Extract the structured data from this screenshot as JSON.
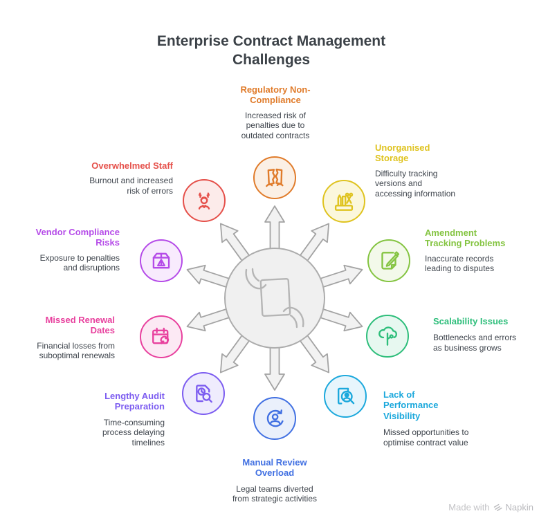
{
  "title": "Enterprise Contract Management Challenges",
  "center": {
    "icon": "contract-in-hands-icon",
    "circle_fill": "#f0f0f0",
    "circle_stroke": "#acacac",
    "arrow_fill": "#f2f2f2",
    "arrow_stroke": "#a3a3a3",
    "icon_stroke": "#b5b5b5"
  },
  "items": [
    {
      "id": "regulatory-non-compliance",
      "title": "Regulatory Non-Compliance",
      "desc": "Increased risk of penalties due to outdated contracts",
      "color": "#e07b2a",
      "fill": "#fbf0e5",
      "icon": "torn-contract-icon"
    },
    {
      "id": "unorganised-storage",
      "title": "Unorganised Storage",
      "desc": "Difficulty tracking versions and accessing information",
      "color": "#dfc31f",
      "fill": "#fbf7dc",
      "icon": "desk-organizer-icon"
    },
    {
      "id": "amendment-tracking-problems",
      "title": "Amendment Tracking Problems",
      "desc": "Inaccurate records leading to disputes",
      "color": "#84c441",
      "fill": "#f3f9ea",
      "icon": "edit-document-icon"
    },
    {
      "id": "scalability-issues",
      "title": "Scalability Issues",
      "desc": "Bottlenecks and errors as business grows",
      "color": "#2ebe7b",
      "fill": "#e7f8f0",
      "icon": "growth-tree-icon"
    },
    {
      "id": "lack-of-performance-visibility",
      "title": "Lack of Performance Visibility",
      "desc": "Missed opportunities to optimise contract value",
      "color": "#1ba8dc",
      "fill": "#e7f5fc",
      "icon": "performance-search-icon"
    },
    {
      "id": "manual-review-overload",
      "title": "Manual Review Overload",
      "desc": "Legal teams diverted from strategic activities",
      "color": "#4170e2",
      "fill": "#eaf0fb",
      "icon": "person-refresh-icon"
    },
    {
      "id": "lengthy-audit-preparation",
      "title": "Lengthy Audit Preparation",
      "desc": "Time-consuming process delaying timelines",
      "color": "#7c5cf0",
      "fill": "#efecfd",
      "icon": "audit-document-icon"
    },
    {
      "id": "missed-renewal-dates",
      "title": "Missed Renewal Dates",
      "desc": "Financial losses from suboptimal renewals",
      "color": "#e8419e",
      "fill": "#fce9f4",
      "icon": "calendar-renew-icon"
    },
    {
      "id": "vendor-compliance-risks",
      "title": "Vendor Compliance Risks",
      "desc": "Exposure to penalties and disruptions",
      "color": "#b54be8",
      "fill": "#f8ebfd",
      "icon": "risk-box-icon"
    },
    {
      "id": "overwhelmed-staff",
      "title": "Overwhelmed Staff",
      "desc": "Burnout and increased risk of errors",
      "color": "#e5504a",
      "fill": "#fcebea",
      "icon": "stressed-person-icon"
    }
  ],
  "footer": {
    "made_with": "Made with",
    "brand": "Napkin",
    "icon": "napkin-logo-icon",
    "color": "#c3c3c6"
  }
}
